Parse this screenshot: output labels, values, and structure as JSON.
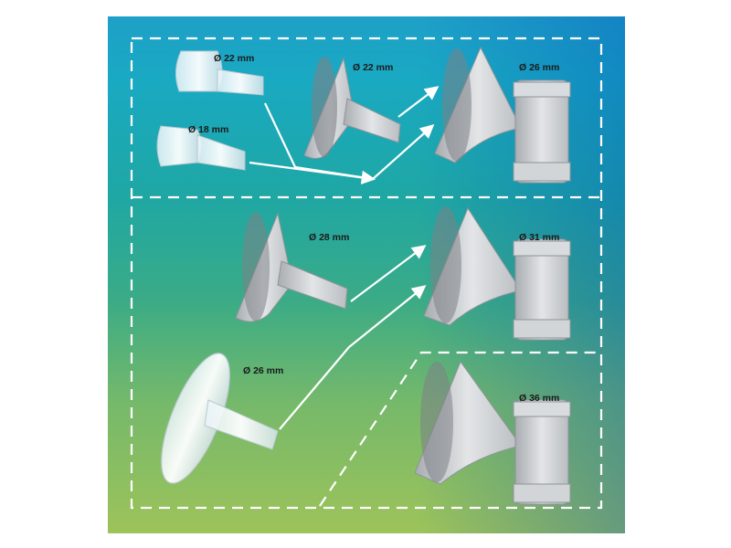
{
  "labels": {
    "top_small_22": "Ø 22 mm",
    "top_small_18": "Ø 18 mm",
    "top_mid_22": "Ø 22 mm",
    "top_right_26": "Ø 26 mm",
    "mid_28": "Ø 28 mm",
    "mid_right_31": "Ø 31 mm",
    "bottom_clear_26": "Ø 26 mm",
    "bottom_right_36": "Ø 36 mm"
  },
  "colors": {
    "gradient_top": "#1ea0c8",
    "gradient_bottom": "#9dc35a",
    "dash": "#ffffff",
    "part_gray": "#c9cccf"
  },
  "icons": [
    "flange-insert-icon",
    "breast-shield-icon",
    "pump-connector-icon",
    "arrow-icon"
  ]
}
